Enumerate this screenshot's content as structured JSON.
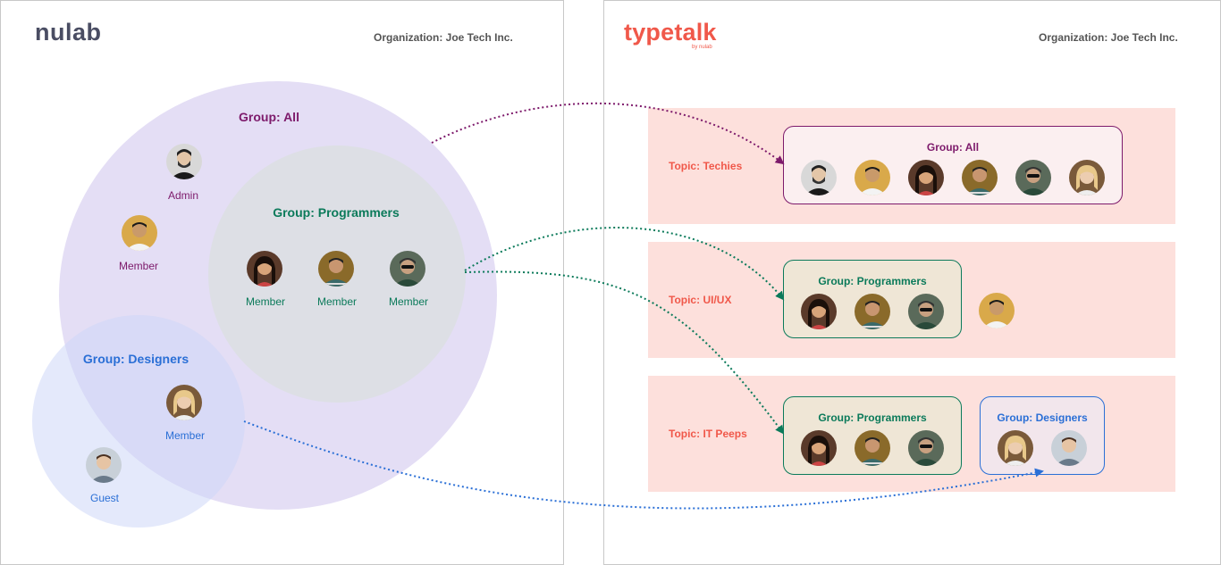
{
  "left": {
    "logo": "nulab",
    "organization": "Organization: Joe Tech Inc.",
    "groups": {
      "all": "Group: All",
      "programmers": "Group: Programmers",
      "designers": "Group: Designers"
    },
    "members": {
      "admin": "Admin",
      "member": "Member",
      "guest": "Guest"
    }
  },
  "right": {
    "logo": "typetalk",
    "logo_byline": "by nulab",
    "organization": "Organization: Joe Tech Inc.",
    "topics": [
      {
        "label": "Topic: Techies",
        "groups": [
          "Group: All"
        ]
      },
      {
        "label": "Topic: UI/UX",
        "groups": [
          "Group: Programmers"
        ]
      },
      {
        "label": "Topic: IT Peeps",
        "groups": [
          "Group: Programmers",
          "Group: Designers"
        ]
      }
    ]
  },
  "colors": {
    "all": "#7d1a6b",
    "programmers": "#0b7a5a",
    "designers": "#2a6fd6",
    "typetalk": "#f0584a",
    "nulab": "#4a4d63"
  },
  "icons": [
    "person-avatar-icon",
    "arrow-icon"
  ]
}
